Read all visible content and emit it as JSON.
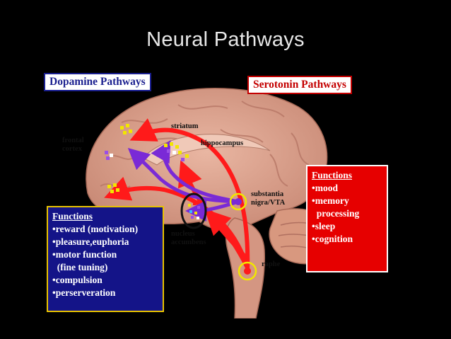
{
  "slide": {
    "title": "Neural Pathways"
  },
  "dopamine": {
    "title": "Dopamine Pathways",
    "functions_heading": "Functions",
    "functions": [
      "•reward (motivation)",
      "•pleasure,euphoria",
      "•motor function",
      "  (fine tuning)",
      "•compulsion",
      "•perserveration"
    ]
  },
  "serotonin": {
    "title": "Serotonin Pathways",
    "functions_heading": "Functions",
    "functions": [
      "•mood",
      "•memory",
      "  processing",
      "•sleep",
      "•cognition"
    ]
  },
  "labels": {
    "frontal_cortex": [
      "frontal",
      "cortex"
    ],
    "striatum": "striatum",
    "hippocampus": "hippocampus",
    "substantia": [
      "substantia",
      "nigra/VTA"
    ],
    "nucleus": [
      "nucleus",
      "accumbens"
    ],
    "raphe": "raphe"
  },
  "colors": {
    "dopamine_path": "#7a2ad6",
    "serotonin_path": "#ff1a1a",
    "brain": "#e0a08c",
    "dopamine_box": "#141488",
    "serotonin_box": "#e60000",
    "highlight_ring": "#f2e600"
  }
}
